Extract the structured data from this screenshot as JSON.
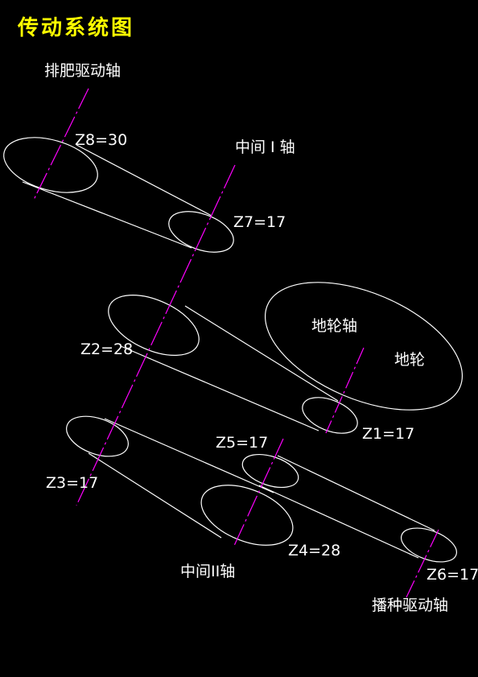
{
  "title": "传动系统图",
  "shafts": {
    "fertilizer": "排肥驱动轴",
    "middle1": "中间 I 轴",
    "ground_wheel_axle": "地轮轴",
    "ground_wheel": "地轮",
    "middle2": "中间II轴",
    "seeding": "播种驱动轴"
  },
  "gears": {
    "z8": "Z8=30",
    "z7": "Z7=17",
    "z2": "Z2=28",
    "z1": "Z1=17",
    "z5": "Z5=17",
    "z3": "Z3=17",
    "z4": "Z4=28",
    "z6": "Z6=17"
  },
  "colors": {
    "background": "#000000",
    "title": "#ffff00",
    "text": "#ffffff",
    "outline": "#ffffff",
    "axis": "#ff00ff"
  }
}
